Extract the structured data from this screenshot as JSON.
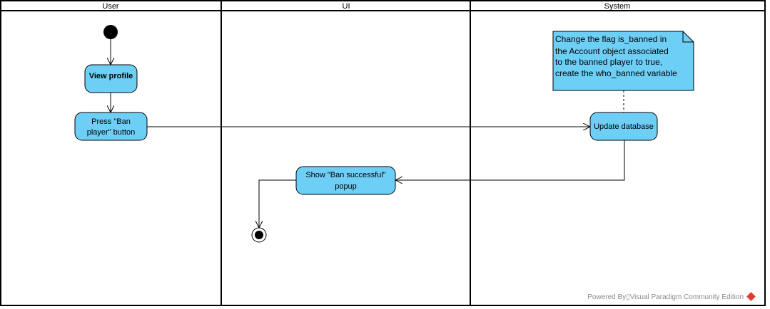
{
  "lanes": [
    {
      "title": "User"
    },
    {
      "title": "UI"
    },
    {
      "title": "System"
    }
  ],
  "actions": {
    "view_profile": {
      "label": "View profile"
    },
    "press_ban": {
      "lines": [
        "Press \"Ban",
        "player\" button"
      ]
    },
    "update_db": {
      "label": "Update database"
    },
    "show_popup": {
      "lines": [
        "Show \"Ban successful\"",
        "popup"
      ]
    }
  },
  "note": {
    "lines": [
      "Change the flag is_banned in",
      "the Account object associated",
      "to the banned player to true,",
      "create the who_banned variable"
    ]
  },
  "footer": {
    "text": "Powered By▯Visual Paradigm Community Edition"
  },
  "colors": {
    "action_fill": "#6ECFF6",
    "note_fill": "#6ECFF6",
    "line": "#000000",
    "footer_text": "#8a8a8a",
    "logo": "#e53935"
  }
}
